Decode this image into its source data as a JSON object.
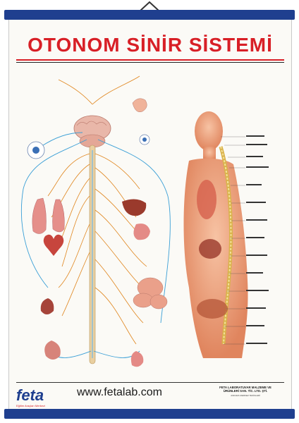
{
  "poster": {
    "title": "OTONOM SİNİR SİSTEMİ",
    "website": "www.fetalab.com",
    "logo_text": "feta",
    "logo_subtitle": "Eğitim Araçları Merkezi",
    "company_line1": "FETA LABORATUVAR MALZEME VE",
    "company_line2": "ÜRÜNLERİ SAN. TİC. LTD. ŞTİ.",
    "company_line3": "ANKARA MERKEZ TESİSLERİ",
    "colors": {
      "hanger": "#1f3f8f",
      "title": "#d81f26",
      "nerve_sympathetic": "#e0861e",
      "nerve_parasympathetic": "#3a9fd6",
      "body_skin": "#f0a07a",
      "spine": "#d9b24a"
    }
  }
}
